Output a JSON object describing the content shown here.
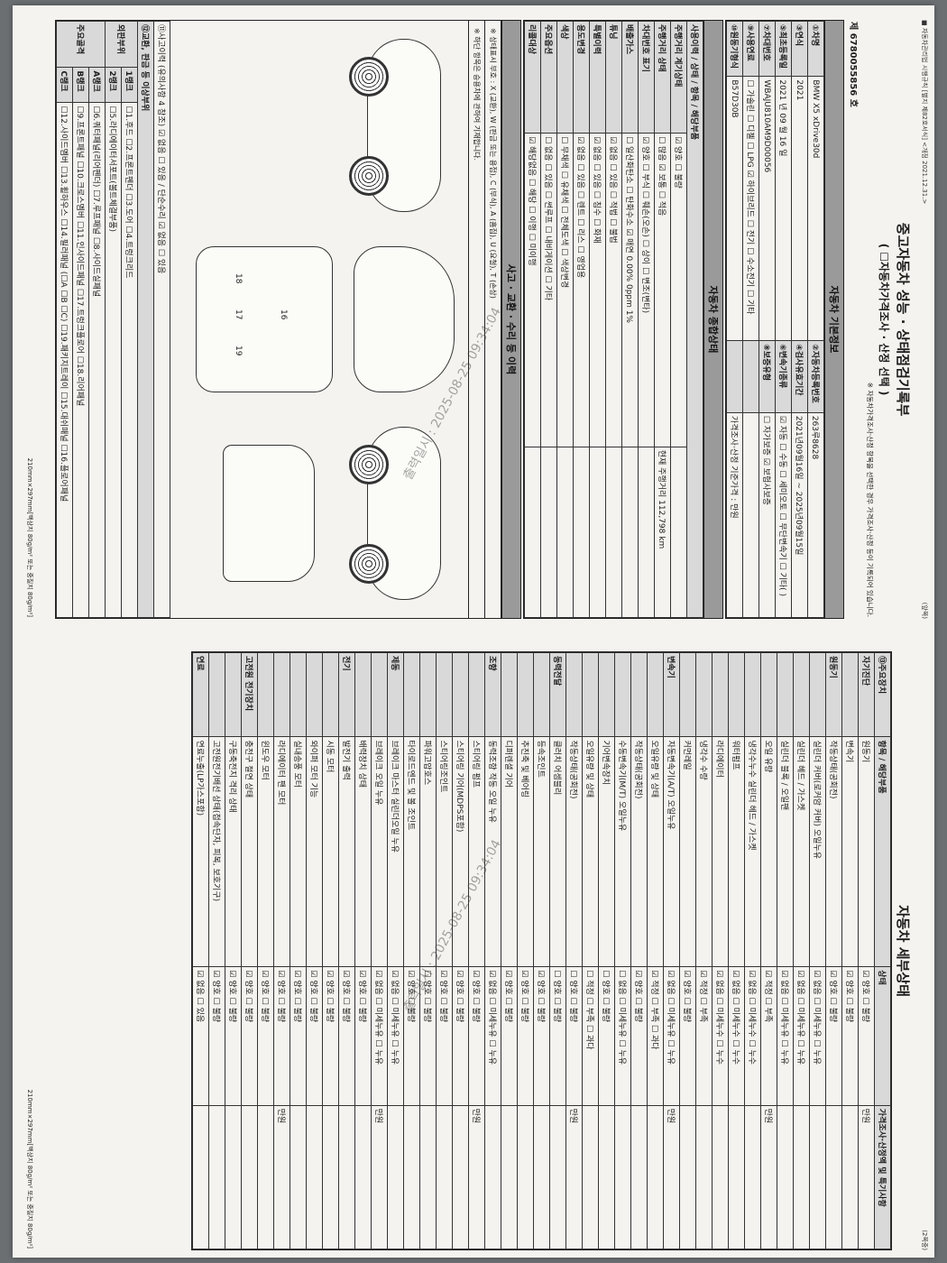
{
  "page1": {
    "top_note": "■ 자동차관리법 시행규칙 [별지 제82호서식] <개정 2021.12.31.>",
    "side_note": "(앞쪽)",
    "title": "중고자동차 성능 · 상태점검기록부",
    "subtitle": "( ☐자동차가격조사 · 산정 선택 )",
    "price_note": "※ 자동차가격조사·산정 항목을 선택한 경우 가격조사·산정 등이 기록되어 있습니다.",
    "doc_no": "제 6780055856 호",
    "basic_info_head": "자동차 기본정보",
    "basic_info": [
      {
        "label": "①차명",
        "value": "BMW X5 xDrive30d",
        "label2": "②자동차등록번호",
        "value2": "263루8628"
      },
      {
        "label": "③연식",
        "value": "2021",
        "label2": "④검사유효기간",
        "value2": "2021년09월16일 ~ 2025년09월15일"
      },
      {
        "label": "⑤최초등록일",
        "value": "2021 년 09 월 16 일",
        "label2": "⑥변속기종류",
        "value2": "☑ 자동 ☐ 수동 ☐ 세미오토 ☐ 무단변속기 ☐ 기타( )"
      },
      {
        "label": "⑦차대번호",
        "value": "WBAJU810AM9D00056",
        "label2": "⑧보증유형",
        "value2": "☐ 자가보증 ☑ 보험사보증"
      },
      {
        "label": "⑨사용연료",
        "value": "☐ 가솔린 ☐ 디젤 ☐ LPG ☑ 하이브리드 ☐ 전기 ☐ 수소전기 ☐ 기타",
        "label2": "",
        "value2": ""
      },
      {
        "label": "⑩원동기형식",
        "value": "B57D30B",
        "label2": "",
        "value2": "가격조사·산정 기준가격 : 만원"
      }
    ],
    "overall_head": "자동차 종합상태",
    "overall_sub": "사용이력 / 상태 / 항목 / 해당부품",
    "overall_rows": [
      {
        "label": "주행거리 계기상태",
        "state": "☑ 양호 ☐ 불량"
      },
      {
        "label": "주행거리 상태",
        "state": "☐ 많음 ☑ 보통 ☐ 적음",
        "extra": "현재 주행거리 112,798 km"
      },
      {
        "label": "차대번호 표기",
        "state": "☑ 양호 ☐ 부식 ☐ 훼손(오손) ☐ 상이 ☐ 변조(변타)"
      },
      {
        "label": "배출가스",
        "state": "☐ 일산화탄소 ☐ 탄화수소 ☑ 매연 0.00% 0ppm 1%"
      },
      {
        "label": "튜닝",
        "state": "☑ 없음 ☐ 있음 ☐ 적법 ☐ 불법"
      },
      {
        "label": "특별이력",
        "state": "☑ 없음 ☐ 있음 ☐ 침수 ☐ 화재"
      },
      {
        "label": "용도변경",
        "state": "☑ 없음 ☐ 있음 ☐ 렌트 ☐ 리스 ☐ 영업용"
      },
      {
        "label": "색상",
        "state": "☐ 무채색 ☐ 유채색 ☐ 전체도색 ☐ 색상변경"
      },
      {
        "label": "주요옵션",
        "state": "☐ 없음 ☐ 있음 ☐ 썬루프 ☐ 내비게이션 ☐ 기타"
      },
      {
        "label": "리콜대상",
        "state": "☑ 해당없음 ☐ 해당 ☐ 이행 ☐ 미이행"
      }
    ],
    "accident_head": "사고 · 교환 · 수리 등 이력",
    "accident_note1": "※ 상태표시 부호 : X (교환), W (판금 또는 용접), C (부식), A (흠집), U (요철), T (손상)",
    "accident_note2": "※ 하단 항목은 승용차에 관하여 기재합니다.",
    "accident_summary": "⑪사고이력 (유의사항 4 참조) ☑ 없음 ☐ 있음 / 단순수리 ☑ 없음 ☐ 있음",
    "exchange_label": "⑫교환, 판금 등 이상부위",
    "outer_label": "외판부위",
    "rank1": "1랭크",
    "rank1_items": "☐1.후드 ☐2.프론트펜더 ☐3.도어 ☐4.트렁크리드",
    "rank2": "2랭크",
    "rank2_items": "☐5.라디에이터서포트(볼트체결부품)",
    "main_label": "주요골격",
    "a_rank": "A랭크",
    "a_items": "☐6.쿼터패널(리어펜더) ☐7.루프패널 ☐8.사이드실패널",
    "b_rank": "B랭크",
    "b_items": "☐9.프론트패널 ☐10.크로스멤버 ☐11.인사이드패널 ☐17.트렁크플로어 ☐18.리어패널",
    "c_rank": "C랭크",
    "c_items": "☐12.사이드멤버 ☐13.휠하우스 ☐14.필러패널 (☐A ☐B ☐C) ☐19.패키지트레이 ☐15.대쉬패널 ☐16.플로어패널",
    "footer": "210mm×297mm[백상지 80g/m² 또는 중질지 80g/m²]"
  },
  "page2": {
    "side_note": "(2쪽중)",
    "head": "자동차 세부상태",
    "sub": "가격조사·산정액 및 특기사항",
    "col_main": "⑬주요장치",
    "col_item": "항목 / 해당부품",
    "col_state": "상태",
    "rows": [
      {
        "group": "자기진단",
        "item": "원동기",
        "state": "☑ 양호 ☐ 불량"
      },
      {
        "group": "",
        "item": "변속기",
        "state": "☑ 양호 ☐ 불량"
      },
      {
        "group": "원동기",
        "item": "작동상태(공회전)",
        "state": "☑ 양호 ☐ 불량"
      },
      {
        "group": "",
        "item": "실린더 커버(로커암 커버) 오일누유",
        "state": "☑ 없음 ☐ 미세누유 ☐ 누유"
      },
      {
        "group": "",
        "item": "실린더 헤드 / 가스켓",
        "state": "☑ 없음 ☐ 미세누유 ☐ 누유"
      },
      {
        "group": "",
        "item": "실린더 블록 / 오일팬",
        "state": "☑ 없음 ☐ 미세누유 ☐ 누유"
      },
      {
        "group": "",
        "item": "오일 유량",
        "state": "☑ 적정 ☐ 부족"
      },
      {
        "group": "",
        "item": "냉각수누수 실린더 헤드 / 가스켓",
        "state": "☑ 없음 ☐ 미세누수 ☐ 누수"
      },
      {
        "group": "",
        "item": "워터펌프",
        "state": "☑ 없음 ☐ 미세누수 ☐ 누수"
      },
      {
        "group": "",
        "item": "라디에이터",
        "state": "☑ 없음 ☐ 미세누수 ☐ 누수"
      },
      {
        "group": "",
        "item": "냉각수 수량",
        "state": "☑ 적정 ☐ 부족"
      },
      {
        "group": "",
        "item": "커먼레일",
        "state": "☑ 양호 ☐ 불량"
      },
      {
        "group": "변속기",
        "item": "자동변속기(A/T) 오일누유",
        "state": "☑ 없음 ☐ 미세누유 ☐ 누유"
      },
      {
        "group": "",
        "item": "오일유량 및 상태",
        "state": "☑ 적정 ☐ 부족 ☐ 과다"
      },
      {
        "group": "",
        "item": "작동상태(공회전)",
        "state": "☑ 양호 ☐ 불량"
      },
      {
        "group": "",
        "item": "수동변속기(M/T) 오일누유",
        "state": "☐ 없음 ☐ 미세누유 ☐ 누유"
      },
      {
        "group": "",
        "item": "기어변속장치",
        "state": "☐ 양호 ☐ 불량"
      },
      {
        "group": "",
        "item": "오일유량 및 상태",
        "state": "☐ 적정 ☐ 부족 ☐ 과다"
      },
      {
        "group": "",
        "item": "작동상태(공회전)",
        "state": "☐ 양호 ☐ 불량"
      },
      {
        "group": "동력전달",
        "item": "클러치 어셈블리",
        "state": "☐ 양호 ☐ 불량"
      },
      {
        "group": "",
        "item": "등속조인트",
        "state": "☑ 양호 ☐ 불량"
      },
      {
        "group": "",
        "item": "추진축 및 베어링",
        "state": "☑ 양호 ☐ 불량"
      },
      {
        "group": "",
        "item": "디퍼렌셜 기어",
        "state": "☑ 양호 ☐ 불량"
      },
      {
        "group": "조향",
        "item": "동력조향 작동 오일 누유",
        "state": "☑ 없음 ☐ 미세누유 ☐ 누유"
      },
      {
        "group": "",
        "item": "스티어링 펌프",
        "state": "☑ 양호 ☐ 불량"
      },
      {
        "group": "",
        "item": "스티어링 기어(MDPS포함)",
        "state": "☑ 양호 ☐ 불량"
      },
      {
        "group": "",
        "item": "스티어링조인트",
        "state": "☑ 양호 ☐ 불량"
      },
      {
        "group": "",
        "item": "파워고압호스",
        "state": "☐ 양호 ☐ 불량"
      },
      {
        "group": "",
        "item": "타이로드엔드 및 볼 조인트",
        "state": "☑ 양호 ☐ 불량"
      },
      {
        "group": "제동",
        "item": "브레이크 마스터 실린더오일 누유",
        "state": "☑ 없음 ☐ 미세누유 ☐ 누유"
      },
      {
        "group": "",
        "item": "브레이크 오일 누유",
        "state": "☑ 없음 ☐ 미세누유 ☐ 누유"
      },
      {
        "group": "",
        "item": "배력장치 상태",
        "state": "☑ 양호 ☐ 불량"
      },
      {
        "group": "전기",
        "item": "발전기 출력",
        "state": "☑ 양호 ☐ 불량"
      },
      {
        "group": "",
        "item": "시동 모터",
        "state": "☑ 양호 ☐ 불량"
      },
      {
        "group": "",
        "item": "와이퍼 모터 기능",
        "state": "☑ 양호 ☐ 불량"
      },
      {
        "group": "",
        "item": "실내송풍 모터",
        "state": "☑ 양호 ☐ 불량"
      },
      {
        "group": "",
        "item": "라디에이터 팬 모터",
        "state": "☑ 양호 ☐ 불량"
      },
      {
        "group": "",
        "item": "윈도우 모터",
        "state": "☑ 양호 ☐ 불량"
      },
      {
        "group": "고전원 전기장치",
        "item": "충전구 절연 상태",
        "state": "☑ 양호 ☐ 불량"
      },
      {
        "group": "",
        "item": "구동축전지 격리 상태",
        "state": "☑ 양호 ☐ 불량"
      },
      {
        "group": "",
        "item": "고전원전기배선 상태(접속단자, 피복, 보호기구)",
        "state": "☑ 양호 ☐ 불량"
      },
      {
        "group": "연료",
        "item": "연료누출(LP가스포함)",
        "state": "☑ 없음 ☐ 있음"
      }
    ],
    "unit": "만원",
    "footer": "210mm×297mm[백상지 80g/m² 또는 중질지 80g/m²]"
  },
  "watermark": "출력일시 : 2025-08-25 09:34:04"
}
